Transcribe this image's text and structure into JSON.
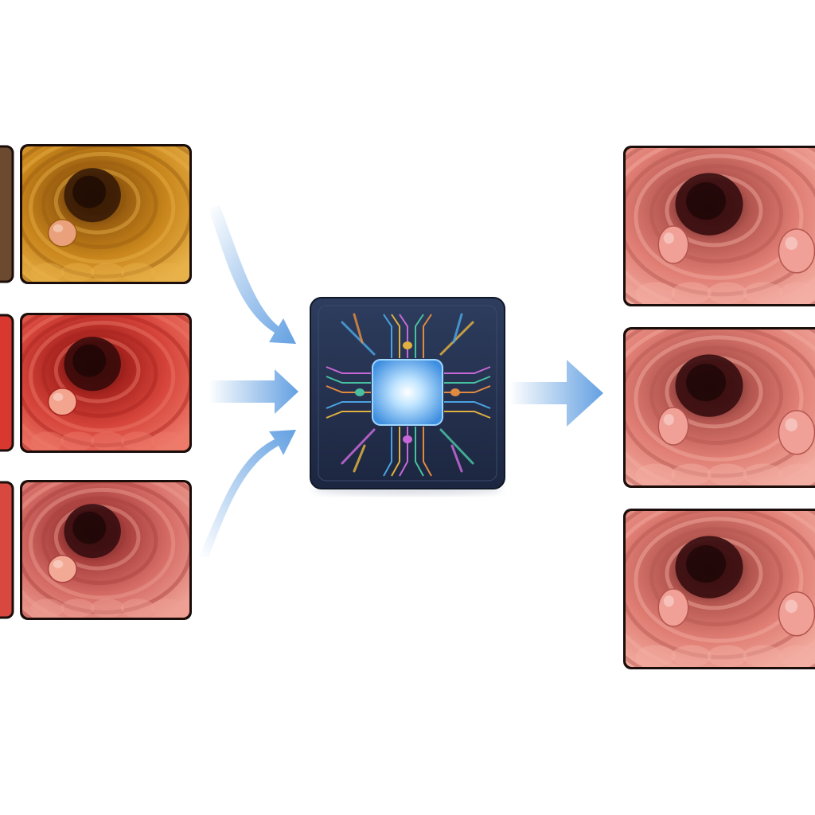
{
  "diagram": {
    "inputs": [
      {
        "id": "input-1",
        "tone": "yellow-tinted",
        "colors": {
          "base": "#c9861c",
          "light": "#e8b24a",
          "dark": "#3a1c05",
          "fold": "#9a5e10",
          "polyp": "#eaa07a"
        }
      },
      {
        "id": "input-2",
        "tone": "red-tinted",
        "colors": {
          "base": "#d6443a",
          "light": "#ee7a6a",
          "dark": "#3a0b0a",
          "fold": "#a8241f",
          "polyp": "#f2a48e"
        }
      },
      {
        "id": "input-3",
        "tone": "pink-tinted",
        "colors": {
          "base": "#d46a64",
          "light": "#eea094",
          "dark": "#3a0e10",
          "fold": "#a8403e",
          "polyp": "#f2aa96"
        }
      }
    ],
    "cropped_inputs": [
      {
        "id": "cropped-1",
        "color": "#6b4a30"
      },
      {
        "id": "cropped-2",
        "color": "#d8382f"
      },
      {
        "id": "cropped-3",
        "color": "#d8483f"
      }
    ],
    "outputs": [
      {
        "id": "output-1",
        "tone": "normalized",
        "colors": {
          "base": "#e07e74",
          "light": "#f4b0a4",
          "dark": "#3a0e10",
          "fold": "#b45650",
          "polyp": "#f0a096"
        }
      },
      {
        "id": "output-2",
        "tone": "normalized",
        "colors": {
          "base": "#e07e74",
          "light": "#f4b0a4",
          "dark": "#3a0e10",
          "fold": "#b45650",
          "polyp": "#f0a096"
        }
      },
      {
        "id": "output-3",
        "tone": "normalized",
        "colors": {
          "base": "#e07e74",
          "light": "#f4b0a4",
          "dark": "#3a0e10",
          "fold": "#b45650",
          "polyp": "#f0a096"
        }
      }
    ],
    "processor": {
      "icon": "ai-chip-icon",
      "body_color": "#25324f",
      "glow_color": "#7cc4ff",
      "trace_colors": [
        "#4aa3e0",
        "#e0b040",
        "#c868d8",
        "#48c0a0",
        "#e08a40"
      ]
    },
    "arrow_color": "#5b9be0"
  }
}
